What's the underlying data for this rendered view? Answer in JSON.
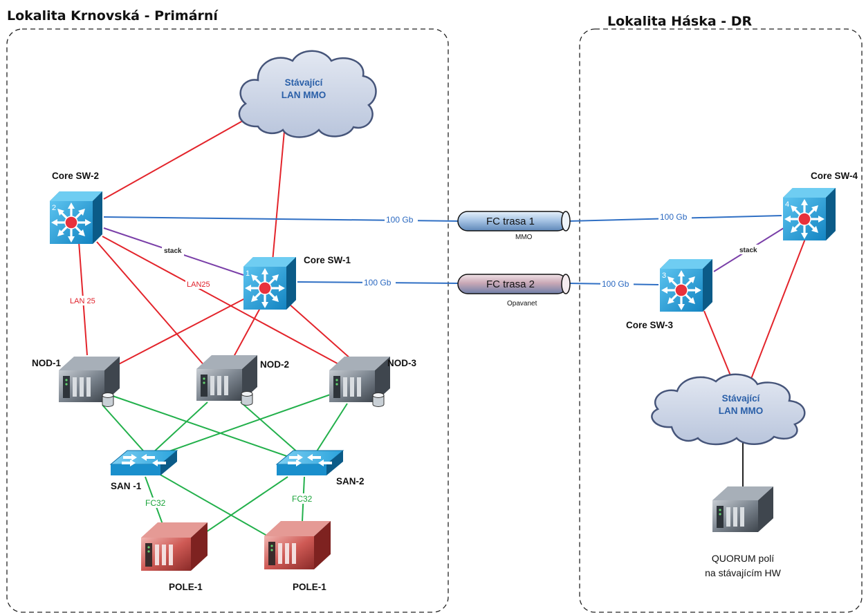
{
  "sites": {
    "primary": "Lokalita Krnovská - Primární",
    "dr": "Lokalita Háska - DR"
  },
  "clouds": {
    "lan_primary": {
      "line1": "Stávající",
      "line2": "LAN MMO"
    },
    "lan_dr": {
      "line1": "Stávající",
      "line2": "LAN MMO"
    }
  },
  "switches": {
    "core_sw_1": {
      "label": "Core SW-1",
      "number": "1"
    },
    "core_sw_2": {
      "label": "Core SW-2",
      "number": "2"
    },
    "core_sw_3": {
      "label": "Core SW-3",
      "number": "3"
    },
    "core_sw_4": {
      "label": "Core SW-4",
      "number": "4"
    }
  },
  "nodes": {
    "nod_1": "NOD-1",
    "nod_2": "NOD-2",
    "nod_3": "NOD-3"
  },
  "san": {
    "san_1": "SAN -1",
    "san_2": "SAN-2"
  },
  "arrays": {
    "pole_a": "POLE-1",
    "pole_b": "POLE-1"
  },
  "pipes": {
    "fc_trasa_1": {
      "label": "FC trasa 1",
      "sub": "MMO"
    },
    "fc_trasa_2": {
      "label": "FC trasa 2",
      "sub": "Opavanet"
    }
  },
  "links": {
    "lan_25": "LAN 25",
    "lan25": "LAN25",
    "stack_primary": "stack",
    "stack_dr": "stack",
    "gb_1": "100 Gb",
    "gb_2": "100 Gb",
    "gb_3": "100 Gb",
    "gb_4": "100 Gb",
    "fc32_1": "FC32",
    "fc32_2": "FC32"
  },
  "quorum": {
    "line1": "QUORUM polí",
    "line2": "na stávajícím HW"
  },
  "colors": {
    "red_link": "#e3242b",
    "blue_link": "#2f6fc4",
    "purple_link": "#7a3fa8",
    "green_link": "#22b04b",
    "black_link": "#222222",
    "switch_face": "#1e9ad6",
    "switch_hub": "#e8313c",
    "cloud_fill": "#c9d3e6",
    "cloud_stroke": "#46557a",
    "server_body": "#6d7680",
    "array_body": "#c9504f"
  }
}
